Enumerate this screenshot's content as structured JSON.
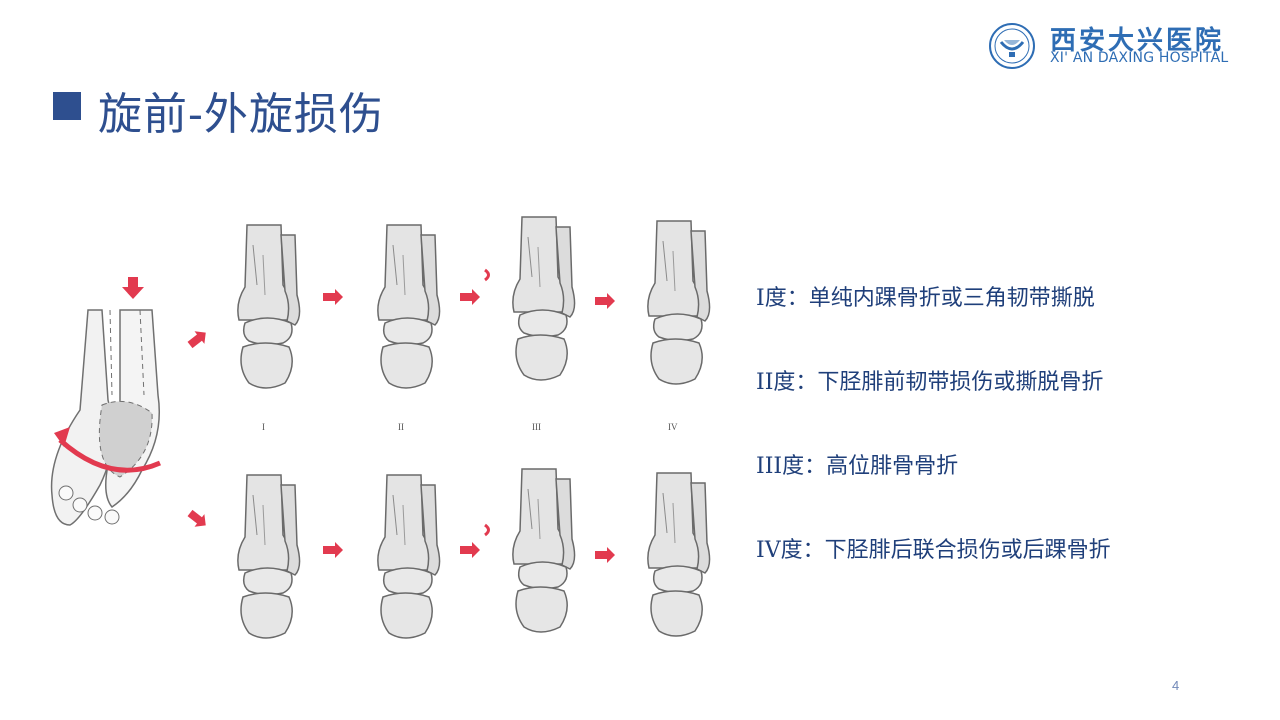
{
  "slide": {
    "title": "旋前-外旋损伤",
    "page_number": "4"
  },
  "logo": {
    "name_cn": "西安大兴医院",
    "name_en": "XI' AN DAXING HOSPITAL"
  },
  "figure": {
    "stage_labels": [
      "I",
      "II",
      "III",
      "IV"
    ]
  },
  "grades": [
    "I度：单纯内踝骨折或三角韧带撕脱",
    "II度：下胫腓前韧带损伤或撕脱骨折",
    "III度：高位腓骨骨折",
    "IV度：下胫腓后联合损伤或后踝骨折"
  ],
  "colors": {
    "title": "#2e4f8f",
    "accent_arrow": "#e23a4f",
    "text": "#1f3f7a"
  }
}
